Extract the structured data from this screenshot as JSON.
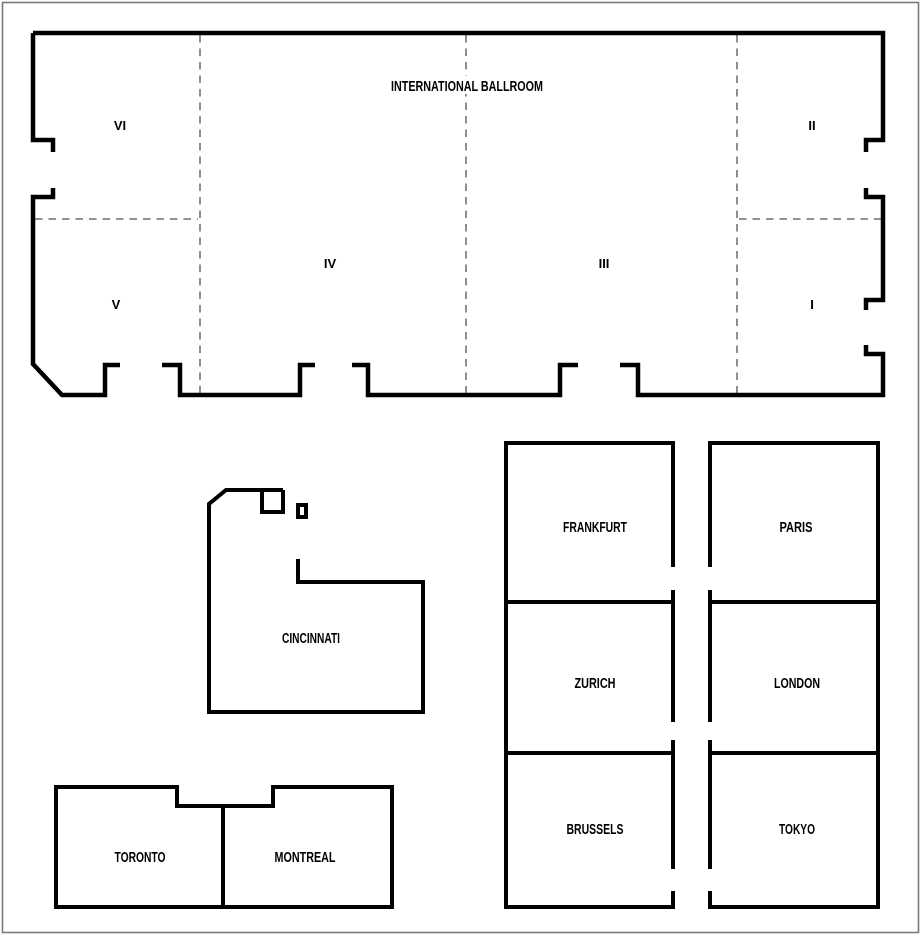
{
  "diagram": {
    "kind": "hotel-meeting-room-floor-plan",
    "ballroom": {
      "title": "INTERNATIONAL BALLROOM",
      "sections": {
        "vi": "VI",
        "ii": "II",
        "v": "V",
        "i": "I",
        "iv": "IV",
        "iii": "III"
      }
    },
    "rooms": {
      "cincinnati": "CINCINNATI",
      "frankfurt": "FRANKFURT",
      "paris": "PARIS",
      "zurich": "ZURICH",
      "london": "LONDON",
      "brussels": "BRUSSELS",
      "tokyo": "TOKYO",
      "toronto": "TORONTO",
      "montreal": "MONTREAL"
    },
    "colors": {
      "wall": "#000000",
      "dashed_line": "#838383",
      "page_border": "#7a7a7a",
      "background": "#ffffff",
      "text": "#000000"
    }
  }
}
